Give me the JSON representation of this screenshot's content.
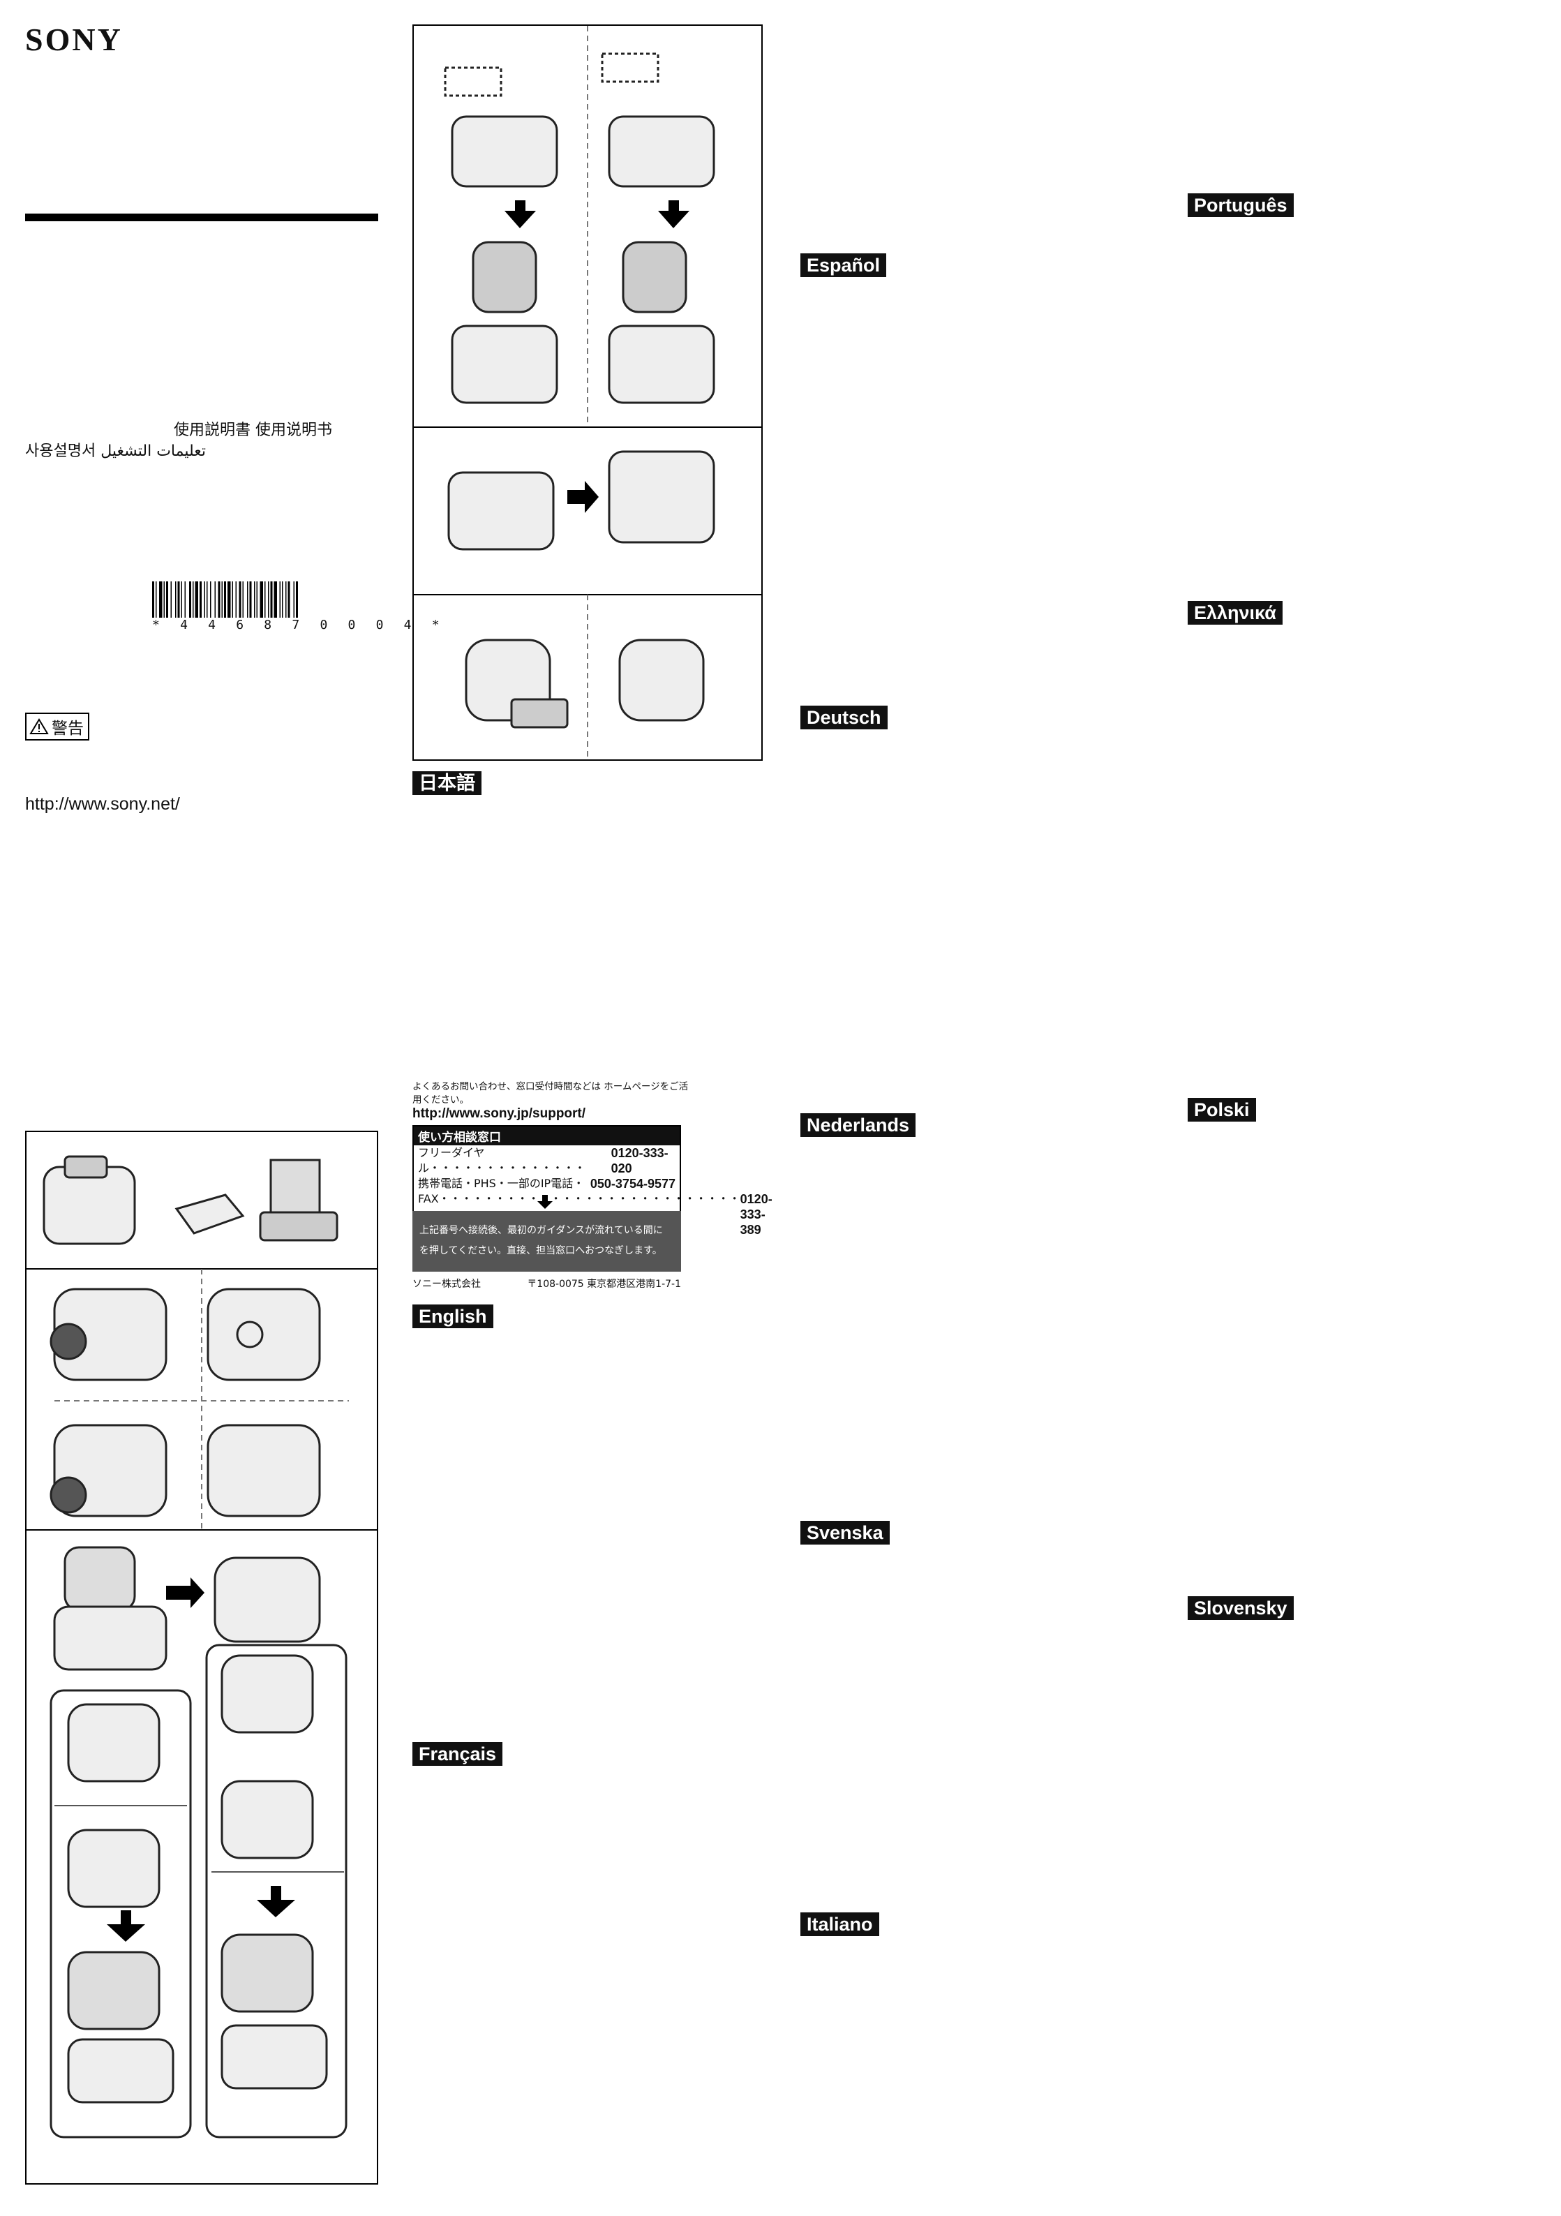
{
  "brand": {
    "logo": "SONY"
  },
  "cover": {
    "manual_titles_line1": "使用説明書 使用说明书",
    "manual_titles_line2": "사용설명서 تعليمات التشغيل",
    "barcode_number": "* 4 4 6 8 7 0 0 0 4 *",
    "warning_label": "警告",
    "website_url": "http://www.sony.net/"
  },
  "languages": {
    "japanese": "日本語",
    "english": "English",
    "french": "Français",
    "spanish": "Español",
    "german": "Deutsch",
    "dutch": "Nederlands",
    "swedish": "Svenska",
    "italian": "Italiano",
    "portuguese": "Português",
    "greek": "Ελληνικά",
    "polish": "Polski",
    "slovak": "Slovensky"
  },
  "japan_support": {
    "intro": "よくあるお問い合わせ、窓口受付時間などは ホームページをご活用ください。",
    "url": "http://www.sony.jp/support/",
    "box_title": "使い方相談窓口",
    "rows": [
      {
        "label": "フリーダイヤル・・・・・・・・・・・・・・",
        "value": "0120-333-020"
      },
      {
        "label": "携帯電話・PHS・一部のIP電話・",
        "value": "050-3754-9577"
      },
      {
        "label": "FAX・・・・・・・・・・・・・・・・・・・・・・・・・・・",
        "value": "0120-333-389"
      }
    ],
    "note_line1": "上記番号へ接続後、最初のガイダンスが流れている間に",
    "note_line2": "を押してください。直接、担当窓口へおつなぎします。",
    "company": "ソニー株式会社",
    "address": "〒108-0075 東京都港区港南1-7-1"
  },
  "colors": {
    "ink": "#111111",
    "label_bg": "#111111",
    "note_bg": "#555555"
  }
}
